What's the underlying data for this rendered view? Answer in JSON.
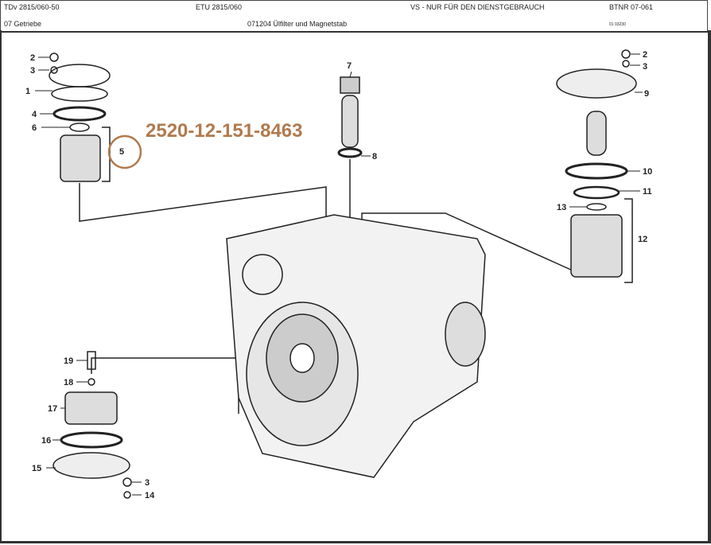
{
  "header": {
    "doc_ref": "TDv 2815/060-50",
    "etu": "ETU 2815/060",
    "notice": "VS - NUR FÜR DEN DIENSTGEBRAUCH",
    "btnr": "BTNR 07-061",
    "group": "07 Getriebe",
    "title": "071204 Ülfilter und Magnetstab",
    "code": "01 03230"
  },
  "part_number": "2520-12-151-8463",
  "callouts": [
    "2",
    "3",
    "1",
    "4",
    "6",
    "5",
    "7",
    "8",
    "2",
    "3",
    "9",
    "10",
    "11",
    "13",
    "12",
    "19",
    "18",
    "17",
    "16",
    "15",
    "3",
    "14"
  ],
  "colors": {
    "annotation": "#b07a4e",
    "line": "#222222"
  }
}
